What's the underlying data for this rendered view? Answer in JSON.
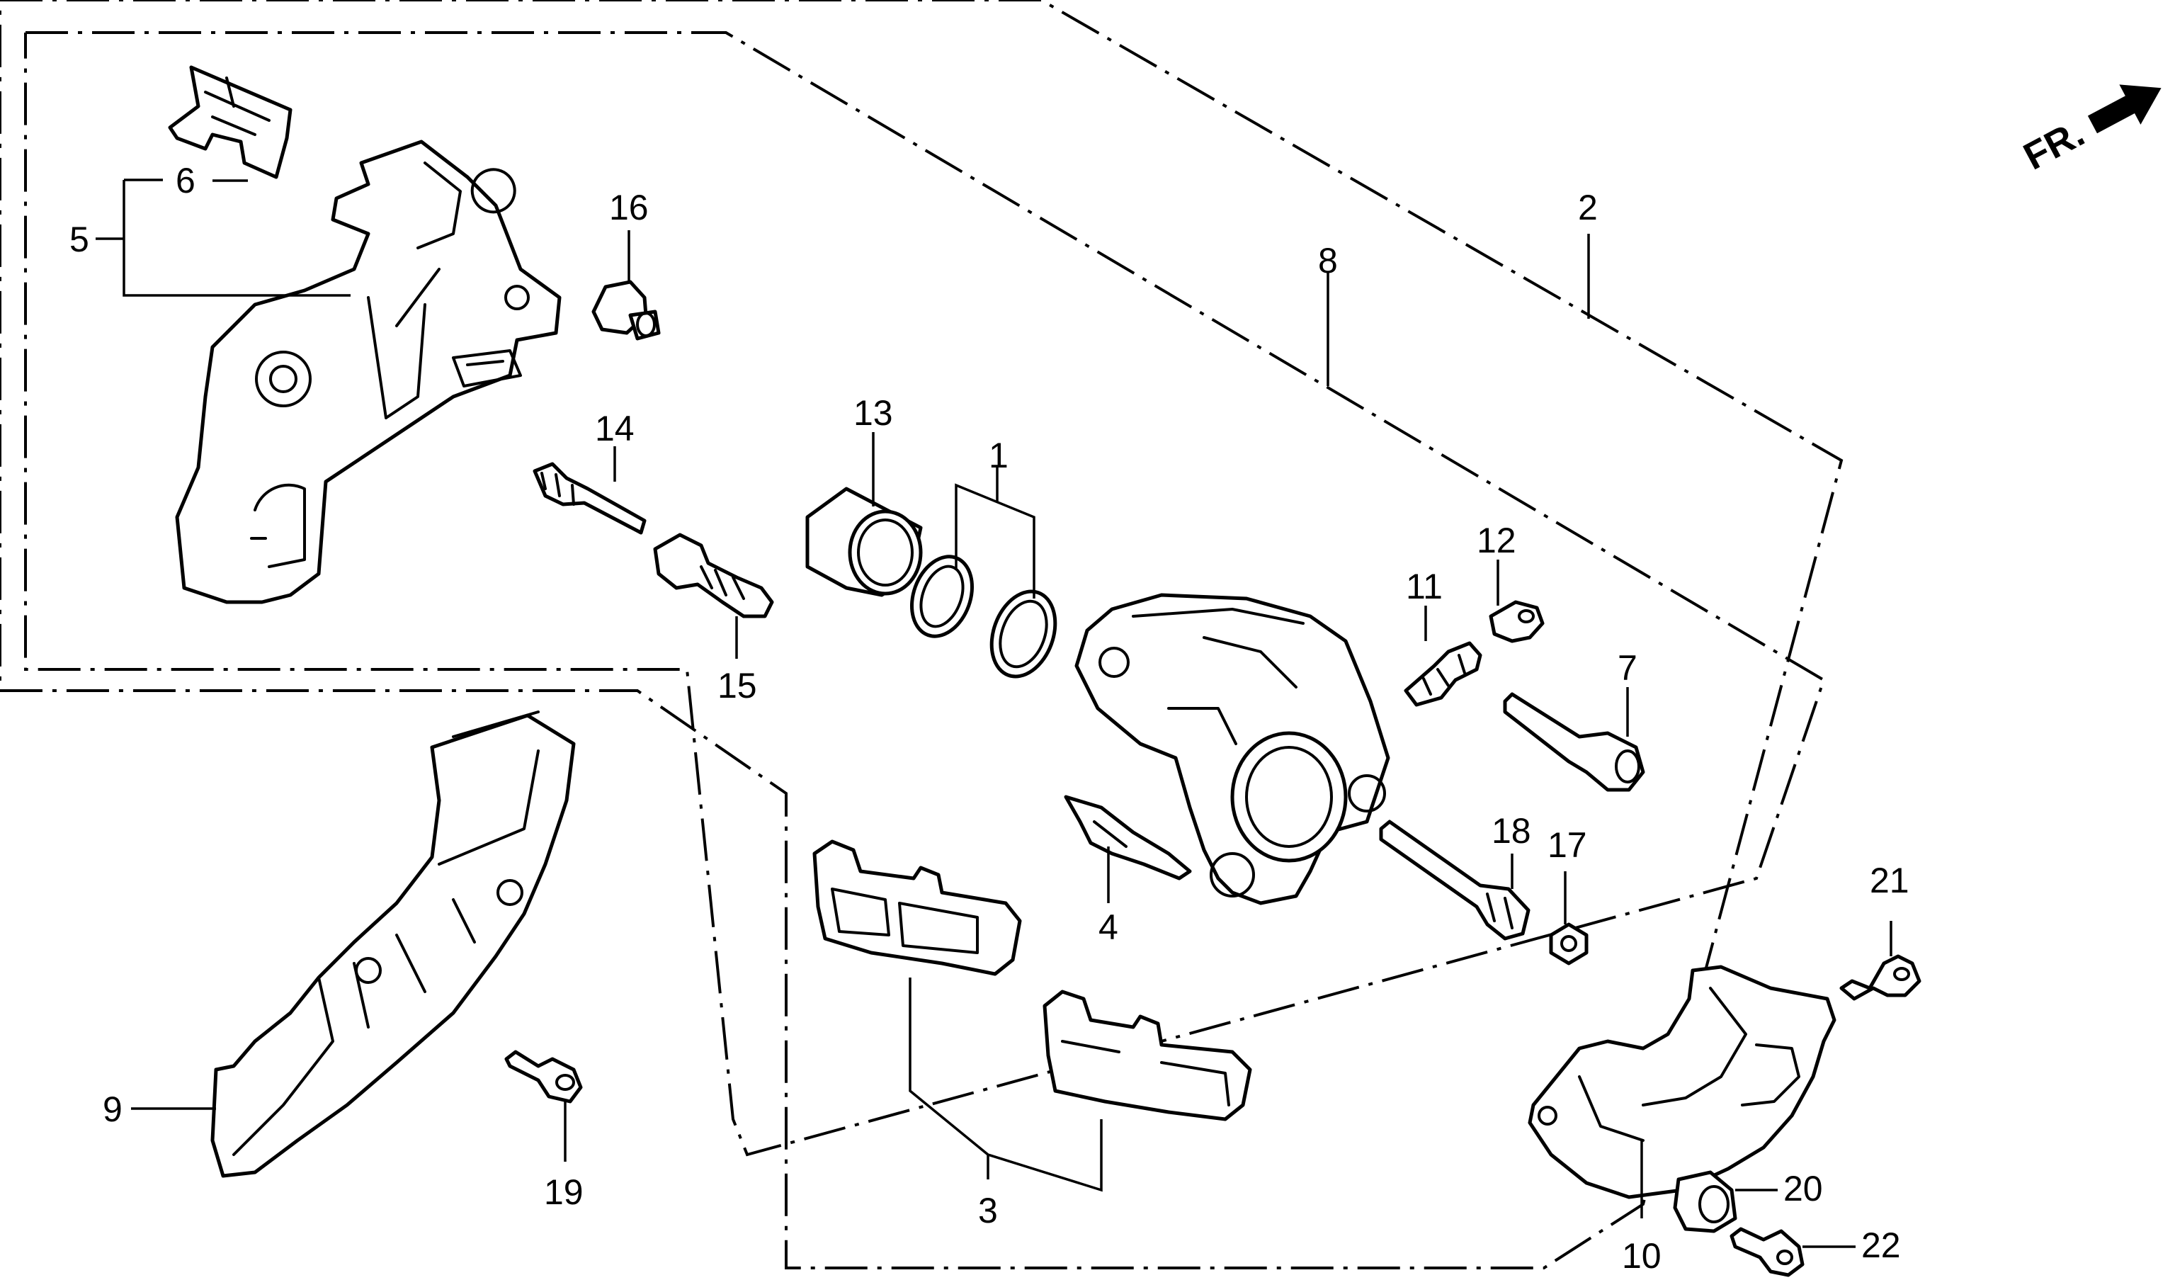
{
  "direction_marker": {
    "label": "FR.",
    "icon": "arrow-icon"
  },
  "callouts": {
    "c1": "1",
    "c2": "2",
    "c3": "3",
    "c4": "4",
    "c5": "5",
    "c6": "6",
    "c7": "7",
    "c8": "8",
    "c9": "9",
    "c10": "10",
    "c11": "11",
    "c12": "12",
    "c13": "13",
    "c14": "14",
    "c15": "15",
    "c16": "16",
    "c17": "17",
    "c18": "18",
    "c19": "19",
    "c20": "20",
    "c21": "21",
    "c22": "22"
  },
  "colors": {
    "line": "#000000",
    "background": "#ffffff"
  }
}
